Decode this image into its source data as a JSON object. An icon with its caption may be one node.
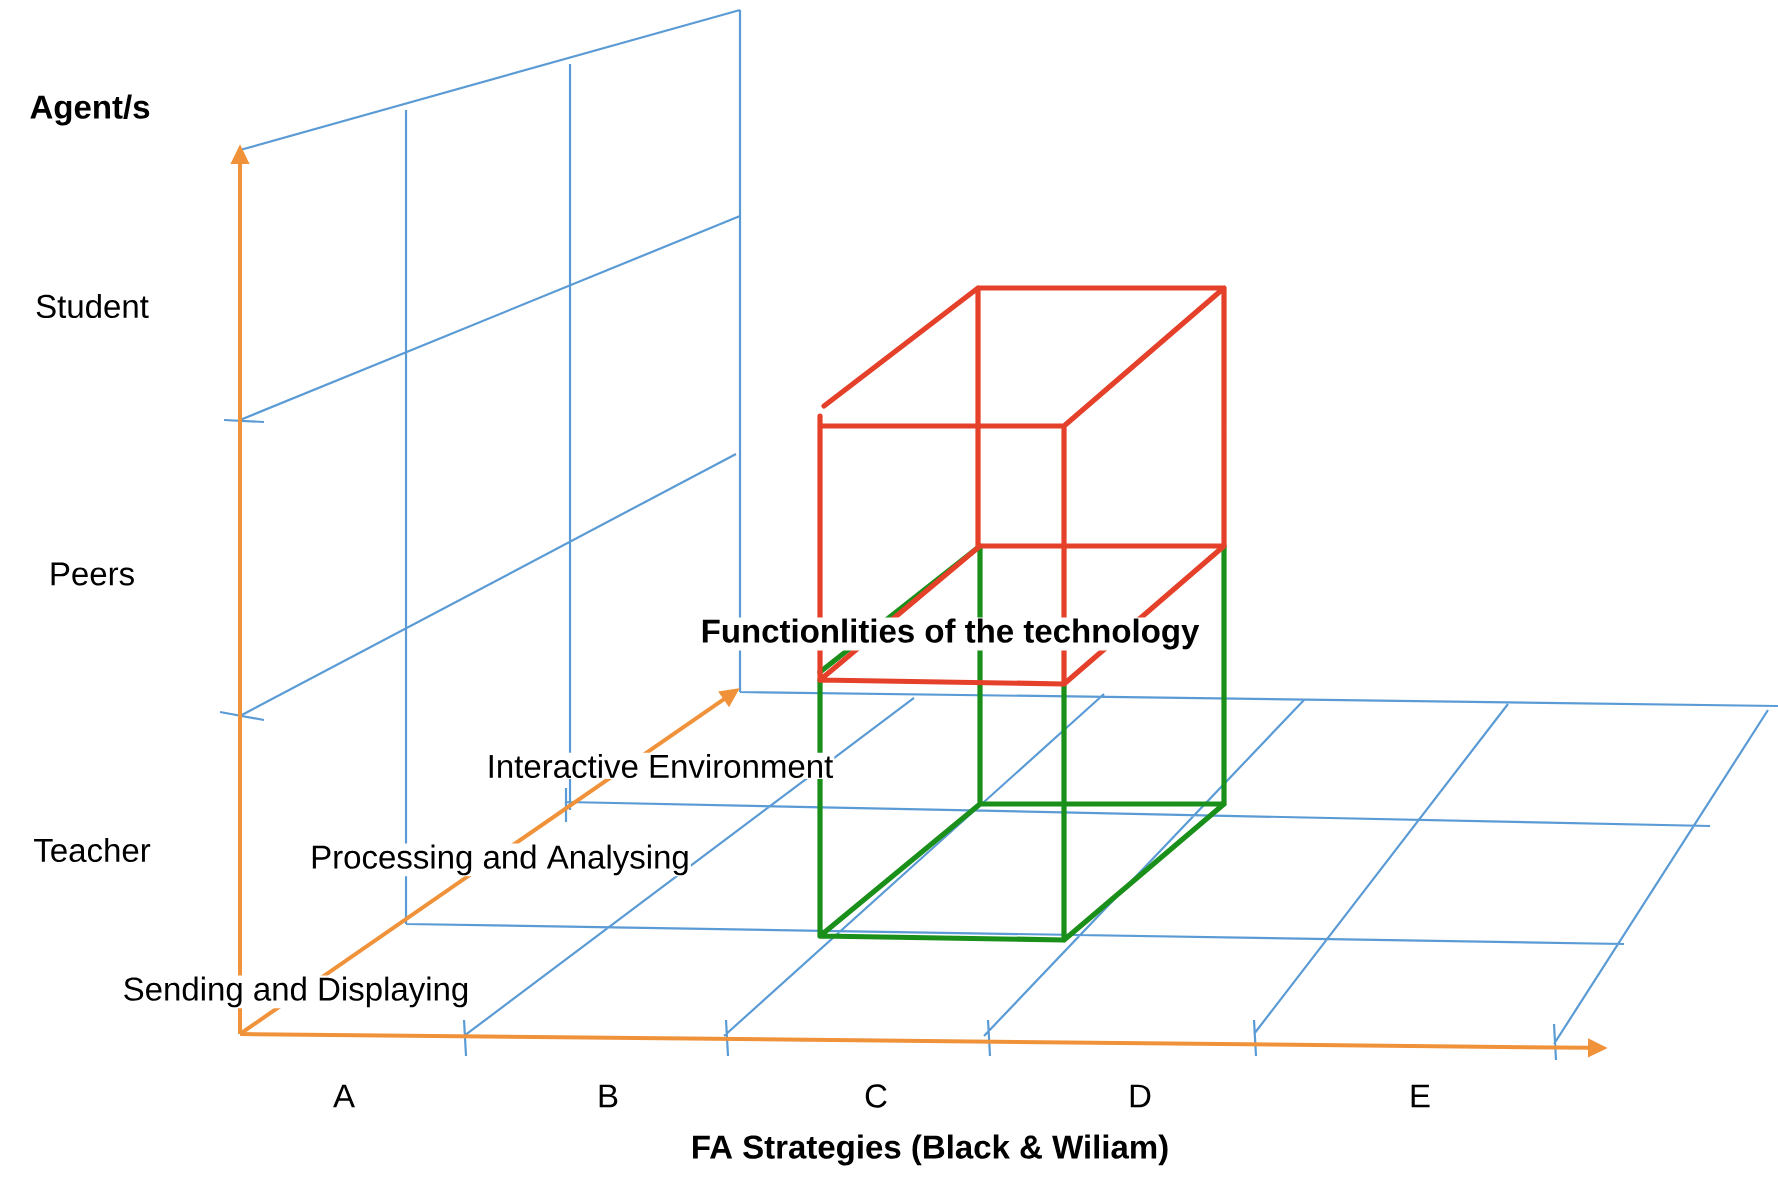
{
  "diagram": {
    "labels": [
      "Agent/s",
      "Student",
      "Peers",
      "Functionlities of the technology",
      "Interactive Environment",
      "Teacher",
      "Processing and Analysing",
      "Sending and Displaying",
      "A",
      "B",
      "C",
      "D",
      "E",
      "FA Strategies (Black & Wiliam)"
    ]
  }
}
